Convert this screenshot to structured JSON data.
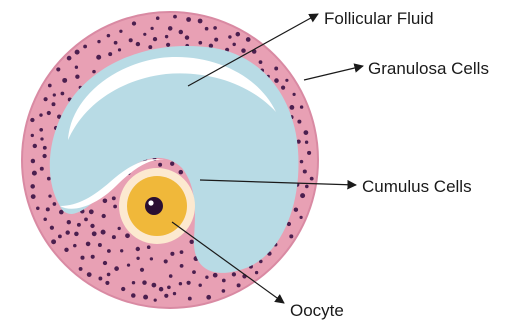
{
  "labels": {
    "follicular_fluid": "Follicular Fluid",
    "granulosa_cells": "Granulosa Cells",
    "cumulus_cells": "Cumulus Cells",
    "oocyte": "Oocyte"
  },
  "colors": {
    "granulosa_fill": "#e8a0b4",
    "granulosa_edge": "#d98aa3",
    "cell_dot": "#4b1f4f",
    "antrum_fluid": "#b8dbe5",
    "antrum_highlight": "#ffffff",
    "zona_pellucida": "#fce9d0",
    "ooplasm": "#f0b83a",
    "nucleus": "#2a0f32",
    "label_text": "#1a1a1a"
  }
}
